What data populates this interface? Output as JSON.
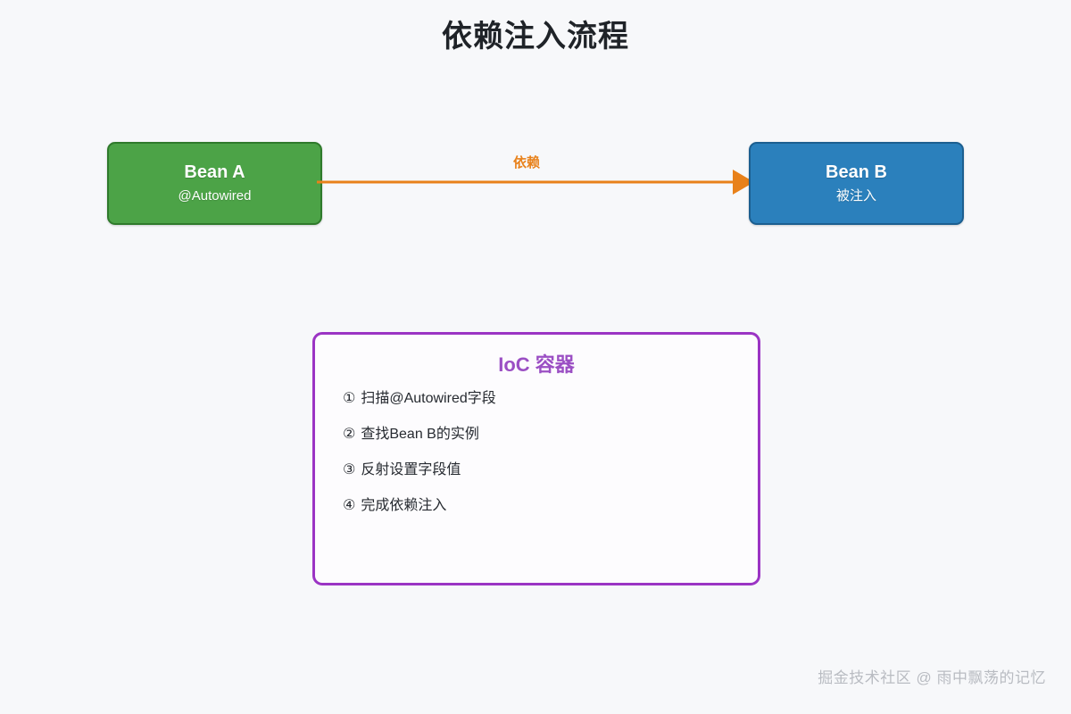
{
  "page": {
    "title": "依赖注入流程",
    "background_color": "#f7f8fa",
    "title_color": "#1f2328"
  },
  "nodes": {
    "bean_a": {
      "title": "Bean A",
      "subtitle": "@Autowired",
      "fill_color": "#4ca347",
      "border_color": "#2f7a2b",
      "text_color": "#ffffff"
    },
    "bean_b": {
      "title": "Bean B",
      "subtitle": "被注入",
      "fill_color": "#2b80bc",
      "border_color": "#1c5f90",
      "text_color": "#ffffff"
    }
  },
  "edge": {
    "label": "依赖",
    "color": "#e8811a",
    "from": "Bean A",
    "to": "Bean B",
    "arrow_head": "triangle-right"
  },
  "ioc_panel": {
    "title": "IoC 容器",
    "border_color": "#9b34c4",
    "title_color": "#9b4fc4",
    "fill_color": "#fdfcfe",
    "steps": [
      {
        "num": "①",
        "text": "扫描@Autowired字段"
      },
      {
        "num": "②",
        "text": "查找Bean B的实例"
      },
      {
        "num": "③",
        "text": "反射设置字段值"
      },
      {
        "num": "④",
        "text": "完成依赖注入"
      }
    ]
  },
  "watermark": {
    "text": "掘金技术社区 @ 雨中飘荡的记忆",
    "color": "#b9bcc2"
  }
}
